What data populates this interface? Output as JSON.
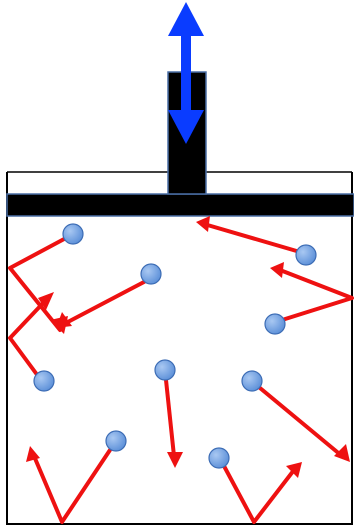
{
  "diagram": {
    "kind": "gas-in-cylinder-with-piston",
    "molecule_count": 10,
    "colors": {
      "molecule_fill_light": "#a9c8f2",
      "molecule_fill_dark": "#5b8fd8",
      "molecule_stroke": "#3d6db5",
      "velocity_arrow": "#ee1111",
      "double_arrow": "#0a3cff",
      "piston": "#000000",
      "piston_edge": "#4a6fa5",
      "container": "#000000"
    },
    "icons": [
      "molecule",
      "velocity-arrow",
      "double-headed-arrow",
      "piston"
    ]
  }
}
